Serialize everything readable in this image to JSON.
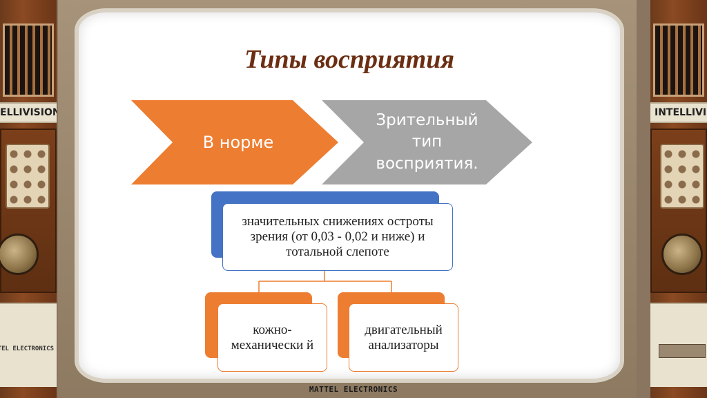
{
  "slide": {
    "title": "Типы восприятия",
    "chevrons": [
      {
        "label": "В норме"
      },
      {
        "label": "Зрительный тип восприятия."
      }
    ],
    "main_box": "значительных снижениях остроты зрения (от 0,03 - 0,02 и ниже) и тотальной слепоте",
    "children": [
      {
        "label": "кожно-механически й"
      },
      {
        "label": "двигательный анализаторы"
      }
    ]
  },
  "frame": {
    "brand_left": "ELLIVISION",
    "brand_right": "INTELLIVISI",
    "side_label_left": "TTEL ELECTRONICS",
    "bottom_label": "MATTEL ELECTRONICS"
  },
  "colors": {
    "orange": "#ed7d31",
    "gray": "#a6a6a6",
    "blue": "#4472c4",
    "title": "#6b2e12"
  }
}
